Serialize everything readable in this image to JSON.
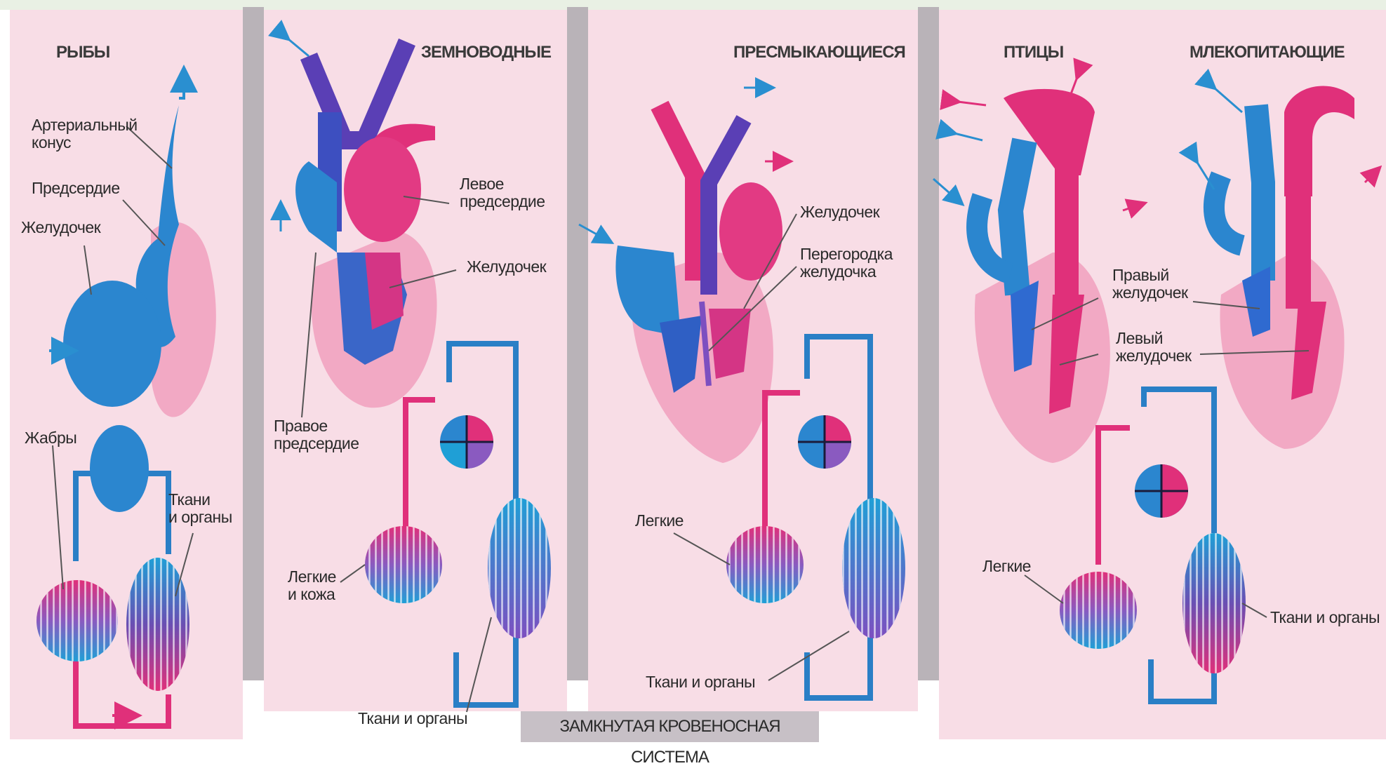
{
  "groups": {
    "fish": "РЫБЫ",
    "amphibians": "ЗЕМНОВОДНЫЕ",
    "reptiles": "ПРЕСМЫКАЮЩИЕСЯ",
    "birds": "ПТИЦЫ",
    "mammals": "МЛЕКОПИТАЮЩИЕ"
  },
  "labels": {
    "fish_arterial_cone": "Артериальный\nконус",
    "fish_atrium": "Предсердие",
    "fish_ventricle": "Желудочек",
    "fish_gills": "Жабры",
    "fish_tissues": "Ткани\nи органы",
    "amph_left_atrium": "Левое\nпредсердие",
    "amph_ventricle": "Желудочек",
    "amph_right_atrium": "Правое\nпредсердие",
    "amph_lungs_skin": "Легкие\nи кожа",
    "amph_tissues": "Ткани и органы",
    "rept_ventricle": "Желудочек",
    "rept_septum": "Перегородка\nжелудочка",
    "rept_lungs": "Легкие",
    "rept_tissues": "Ткани и органы",
    "bird_right_ventricle": "Правый\nжелудочек",
    "bird_left_ventricle": "Левый\nжелудочек",
    "bird_lungs": "Легкие",
    "mammal_tissues": "Ткани и органы"
  },
  "caption": "ЗАМКНУТАЯ КРОВЕНОСНАЯ СИСТЕМА",
  "colors": {
    "panel_bg": "#f8dde6",
    "separator": "#b9b3b8",
    "venous_blue": "#1f7fc6",
    "arterial_pink": "#e0307a",
    "mixed_purple": "#6a4fb3",
    "heart_wall": "#f2a9c4"
  }
}
